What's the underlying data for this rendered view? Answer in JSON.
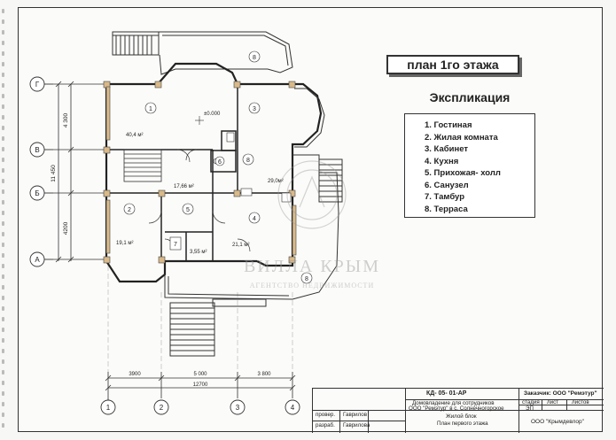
{
  "sheet_title": "план 1го этажа",
  "legend_title": "Экспликация",
  "legend_items": [
    "1. Гостиная",
    "2. Жилая комната",
    "3. Кабинет",
    "4. Кухня",
    "5. Прихожая- холл",
    "6. Санузел",
    "7. Тамбур",
    "8. Терраса"
  ],
  "axes_letters": [
    "Г",
    "В",
    "Б",
    "А"
  ],
  "axes_numbers": [
    "1",
    "2",
    "3",
    "4"
  ],
  "dims_vertical": [
    "4 300",
    "11 450",
    "4200"
  ],
  "dims_horizontal": [
    "3900",
    "5 000",
    "3 800",
    "12700"
  ],
  "room_numbers": [
    "1",
    "2",
    "3",
    "4",
    "5",
    "6",
    "7",
    "8",
    "8",
    "8"
  ],
  "areas": {
    "r1": "40,4 м²",
    "r2": "19,1 м²",
    "r3": "29,0м²",
    "r4": "21,1 м²",
    "r5": "17,66 м²",
    "r7": "3,55 м²",
    "level": "±0.000"
  },
  "watermark": "ВИЛЛА КРЫМ",
  "watermark_sub": "АГЕНТСТВО НЕДВИЖИМОСТИ",
  "stamp": {
    "code": "КД- 05- 01-АР",
    "customer": "Заказчик: ООО \"Ремэтур\"",
    "desc1": "Домовладение для сотрудников",
    "desc2": "ООО \"Ремэтур\" в с. Солнечногорское",
    "stage_h": "стадия",
    "sheet_h": "лист",
    "sheets_h": "листов",
    "stage": "ЭП",
    "role1": "провер.",
    "name1": "Гаврилов",
    "role2": "разраб.",
    "name2": "Гаврилова",
    "title1": "Жилой блок",
    "title2": "План первого этажа",
    "org": "ООО \"Крымдевлор\""
  }
}
